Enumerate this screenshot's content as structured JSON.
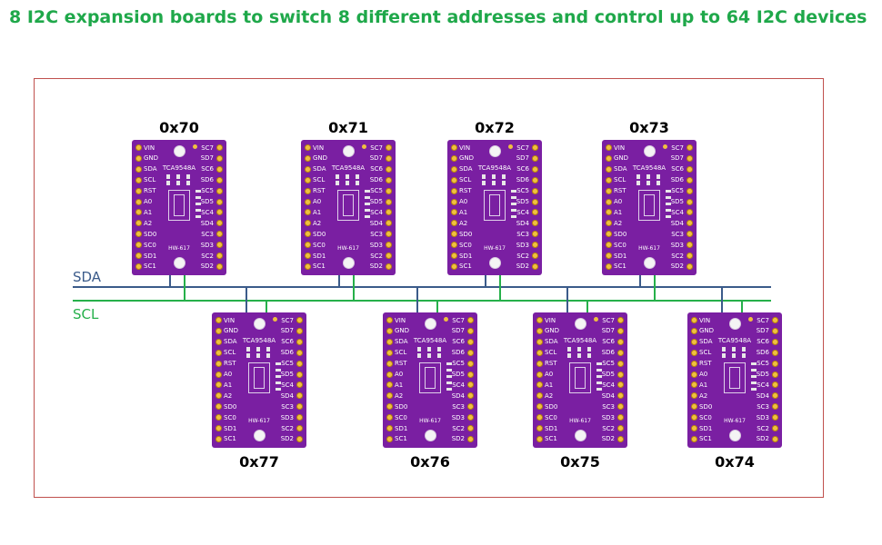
{
  "title": "8 I2C expansion boards to switch 8 different addresses and control up to 64 I2C devices",
  "colors": {
    "title": "#1fa84a",
    "sda": "#3b5b8a",
    "scl": "#26b04a",
    "board": "#7a1fa2",
    "frame": "#c0504d"
  },
  "bus": {
    "sda_label": "SDA",
    "scl_label": "SCL"
  },
  "board_chip": "TCA9548A",
  "board_model": "HW-617",
  "left_pins": [
    "VIN",
    "GND",
    "SDA",
    "SCL",
    "RST",
    "A0",
    "A1",
    "A2",
    "SD0",
    "SC0",
    "SD1",
    "SC1"
  ],
  "right_pins": [
    "SC7",
    "SD7",
    "SC6",
    "SD6",
    "SC5",
    "SD5",
    "SC4",
    "SD4",
    "SC3",
    "SD3",
    "SC2",
    "SD2"
  ],
  "boards": [
    {
      "address": "0x70",
      "row": "top"
    },
    {
      "address": "0x71",
      "row": "top"
    },
    {
      "address": "0x72",
      "row": "top"
    },
    {
      "address": "0x73",
      "row": "top"
    },
    {
      "address": "0x77",
      "row": "bottom"
    },
    {
      "address": "0x76",
      "row": "bottom"
    },
    {
      "address": "0x75",
      "row": "bottom"
    },
    {
      "address": "0x74",
      "row": "bottom"
    }
  ]
}
